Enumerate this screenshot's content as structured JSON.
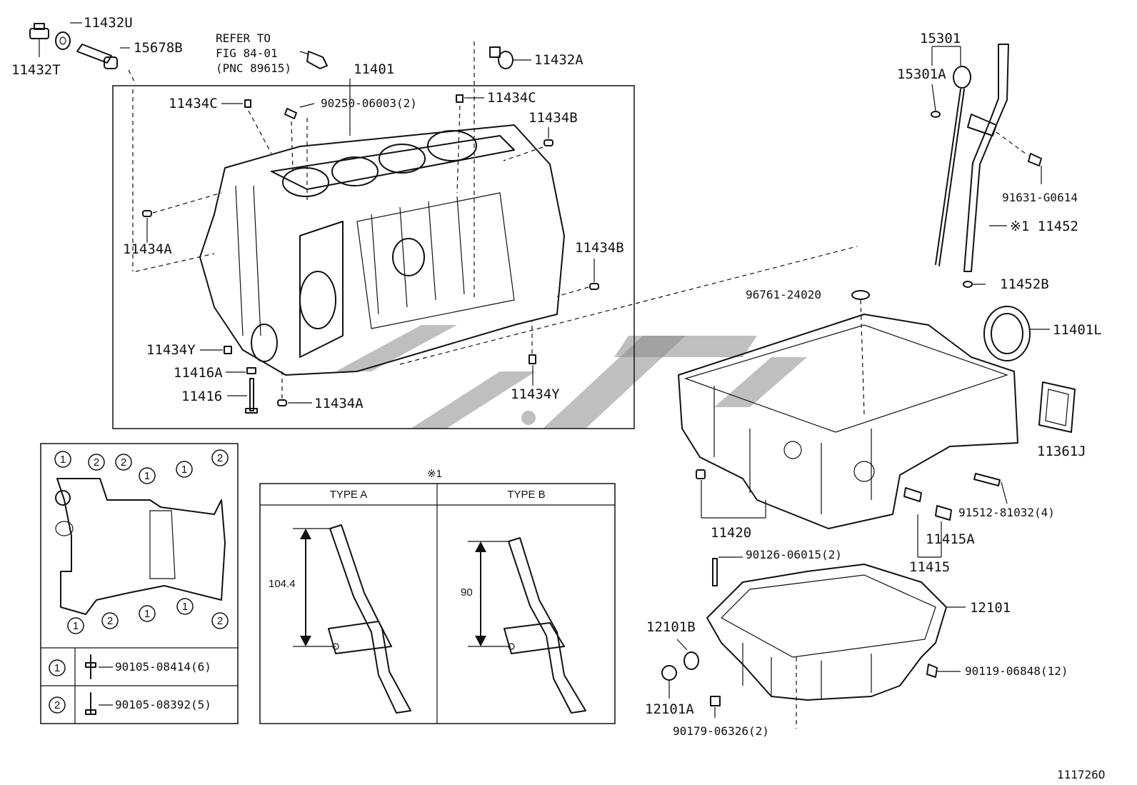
{
  "labels": {
    "p11432U": "11432U",
    "p11432T": "11432T",
    "p15678B": "15678B",
    "refer1": "REFER TO",
    "refer2": "FIG 84-01",
    "refer3": "(PNC 89615)",
    "p11401": "11401",
    "p11432A": "11432A",
    "p11434C_l": "11434C",
    "p90250": "90250-06003(2)",
    "p11434C_r": "11434C",
    "p11434B_t": "11434B",
    "p11434A_l": "11434A",
    "p11434B_r": "11434B",
    "p11434Y_l": "11434Y",
    "p11416A": "11416A",
    "p11416": "11416",
    "p11434A_b": "11434A",
    "p11434Y_r": "11434Y",
    "p15301": "15301",
    "p15301A": "15301A",
    "p91631": "91631-G0614",
    "p11452": "※1 11452",
    "p11452B": "11452B",
    "p96761": "96761-24020",
    "p11401L": "11401L",
    "p11361J": "11361J",
    "p91512": "91512-81032(4)",
    "p11415A": "11415A",
    "p11415": "11415",
    "p11420": "11420",
    "p90126": "90126-06015(2)",
    "p12101": "12101",
    "p12101B": "12101B",
    "p12101A": "12101A",
    "p90119": "90119-06848(12)",
    "p90179": "90179-06326(2)"
  },
  "legend": {
    "c1": "1",
    "c2": "2",
    "bolt1": "90105-08414(6)",
    "bolt2": "90105-08392(5)"
  },
  "types": {
    "note": "※1",
    "type_a": "TYPE A",
    "type_b": "TYPE B",
    "dim_a": "104.4",
    "dim_b": "90"
  },
  "ref_number": "111726O"
}
